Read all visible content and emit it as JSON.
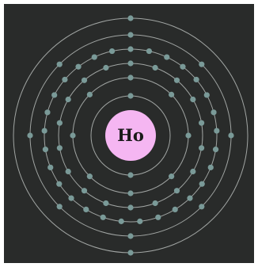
{
  "element_symbol": "Ho",
  "electrons_per_shell": [
    2,
    8,
    18,
    29,
    8,
    2
  ],
  "colors": {
    "background": "#292b2a",
    "nucleus": "#f5b6f2",
    "orbit": "#c9cfcc",
    "electron": "#7a9a98"
  }
}
